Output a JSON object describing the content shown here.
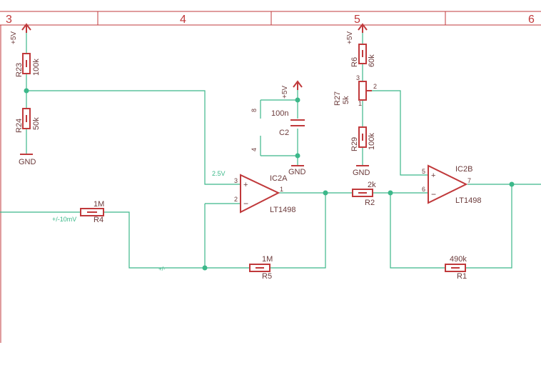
{
  "frame": {
    "columns": [
      "3",
      "4",
      "5",
      "6"
    ]
  },
  "supply": {
    "vcc": "+5V",
    "gnd": "GND"
  },
  "parts": {
    "r23": {
      "name": "R23",
      "value": "100k"
    },
    "r24": {
      "name": "R24",
      "value": "50k"
    },
    "r6": {
      "name": "R6",
      "value": "60k"
    },
    "r27": {
      "name": "R27",
      "value": "5k",
      "pins": [
        "1",
        "2",
        "3"
      ]
    },
    "r29": {
      "name": "R29",
      "value": "100k"
    },
    "r4": {
      "name": "R4",
      "value": "1M"
    },
    "r5": {
      "name": "R5",
      "value": "1M"
    },
    "r2": {
      "name": "R2",
      "value": "2k"
    },
    "r1": {
      "name": "R1",
      "value": "490k"
    },
    "c2": {
      "name": "C2",
      "value": "100n",
      "pins": [
        "8",
        "4"
      ]
    },
    "ic2a": {
      "name": "IC2A",
      "type": "LT1498",
      "pins": [
        "3",
        "2",
        "1"
      ]
    },
    "ic2b": {
      "name": "IC2B",
      "type": "LT1498",
      "pins": [
        "5",
        "6",
        "7"
      ]
    }
  },
  "labels": {
    "bias": "2.5V",
    "input": "+/-10mV",
    "wiper": "+/-"
  }
}
